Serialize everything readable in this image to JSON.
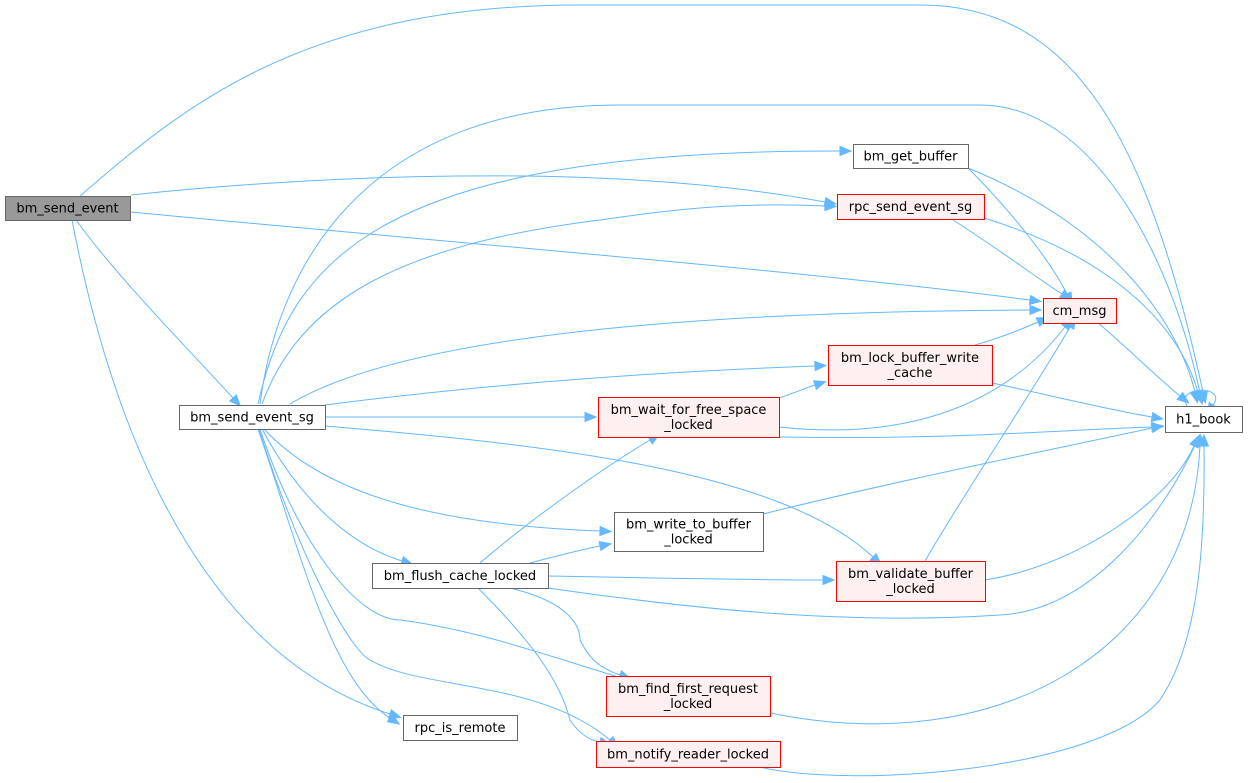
{
  "colors": {
    "edge": "#63b8ff",
    "root_fill": "#999999",
    "root_stroke": "#666666",
    "plain_fill": "#ffffff",
    "plain_stroke": "#666666",
    "red_fill": "#fff0f0",
    "red_stroke": "#ff0000"
  },
  "nodes": {
    "bm_send_event": {
      "label": [
        "bm_send_event"
      ],
      "style": "root"
    },
    "bm_send_event_sg": {
      "label": [
        "bm_send_event_sg"
      ],
      "style": "plain"
    },
    "bm_get_buffer": {
      "label": [
        "bm_get_buffer"
      ],
      "style": "plain"
    },
    "rpc_send_event_sg": {
      "label": [
        "rpc_send_event_sg"
      ],
      "style": "red"
    },
    "cm_msg": {
      "label": [
        "cm_msg"
      ],
      "style": "red"
    },
    "bm_lock_buffer_write_cache": {
      "label": [
        "bm_lock_buffer_write",
        "_cache"
      ],
      "style": "red"
    },
    "bm_wait_for_free_space_locked": {
      "label": [
        "bm_wait_for_free_space",
        "_locked"
      ],
      "style": "red"
    },
    "h1_book": {
      "label": [
        "h1_book"
      ],
      "style": "plain"
    },
    "bm_write_to_buffer_locked": {
      "label": [
        "bm_write_to_buffer",
        "_locked"
      ],
      "style": "plain"
    },
    "bm_flush_cache_locked": {
      "label": [
        "bm_flush_cache_locked"
      ],
      "style": "plain"
    },
    "bm_validate_buffer_locked": {
      "label": [
        "bm_validate_buffer",
        "_locked"
      ],
      "style": "red"
    },
    "bm_find_first_request_locked": {
      "label": [
        "bm_find_first_request",
        "_locked"
      ],
      "style": "red"
    },
    "rpc_is_remote": {
      "label": [
        "rpc_is_remote"
      ],
      "style": "plain"
    },
    "bm_notify_reader_locked": {
      "label": [
        "bm_notify_reader_locked"
      ],
      "style": "red"
    }
  },
  "edges": [
    [
      "bm_send_event",
      "h1_book"
    ],
    [
      "bm_send_event",
      "rpc_send_event_sg"
    ],
    [
      "bm_send_event",
      "cm_msg"
    ],
    [
      "bm_send_event",
      "bm_send_event_sg"
    ],
    [
      "bm_send_event",
      "rpc_is_remote"
    ],
    [
      "bm_send_event_sg",
      "h1_book"
    ],
    [
      "bm_send_event_sg",
      "bm_get_buffer"
    ],
    [
      "bm_send_event_sg",
      "rpc_send_event_sg"
    ],
    [
      "bm_send_event_sg",
      "cm_msg"
    ],
    [
      "bm_send_event_sg",
      "bm_lock_buffer_write_cache"
    ],
    [
      "bm_send_event_sg",
      "bm_wait_for_free_space_locked"
    ],
    [
      "bm_send_event_sg",
      "bm_validate_buffer_locked"
    ],
    [
      "bm_send_event_sg",
      "bm_write_to_buffer_locked"
    ],
    [
      "bm_send_event_sg",
      "bm_flush_cache_locked"
    ],
    [
      "bm_send_event_sg",
      "bm_find_first_request_locked"
    ],
    [
      "bm_send_event_sg",
      "rpc_is_remote"
    ],
    [
      "bm_send_event_sg",
      "bm_notify_reader_locked"
    ],
    [
      "bm_get_buffer",
      "cm_msg"
    ],
    [
      "bm_get_buffer",
      "h1_book"
    ],
    [
      "rpc_send_event_sg",
      "cm_msg"
    ],
    [
      "rpc_send_event_sg",
      "h1_book"
    ],
    [
      "cm_msg",
      "h1_book"
    ],
    [
      "bm_lock_buffer_write_cache",
      "cm_msg"
    ],
    [
      "bm_lock_buffer_write_cache",
      "h1_book"
    ],
    [
      "bm_wait_for_free_space_locked",
      "bm_lock_buffer_write_cache"
    ],
    [
      "bm_wait_for_free_space_locked",
      "cm_msg"
    ],
    [
      "bm_wait_for_free_space_locked",
      "h1_book"
    ],
    [
      "h1_book",
      "h1_book"
    ],
    [
      "bm_write_to_buffer_locked",
      "h1_book"
    ],
    [
      "bm_flush_cache_locked",
      "bm_wait_for_free_space_locked"
    ],
    [
      "bm_flush_cache_locked",
      "bm_write_to_buffer_locked"
    ],
    [
      "bm_flush_cache_locked",
      "bm_validate_buffer_locked"
    ],
    [
      "bm_flush_cache_locked",
      "h1_book"
    ],
    [
      "bm_flush_cache_locked",
      "bm_find_first_request_locked"
    ],
    [
      "bm_flush_cache_locked",
      "bm_notify_reader_locked"
    ],
    [
      "bm_validate_buffer_locked",
      "cm_msg"
    ],
    [
      "bm_validate_buffer_locked",
      "h1_book"
    ],
    [
      "bm_find_first_request_locked",
      "h1_book"
    ],
    [
      "bm_notify_reader_locked",
      "h1_book"
    ]
  ]
}
